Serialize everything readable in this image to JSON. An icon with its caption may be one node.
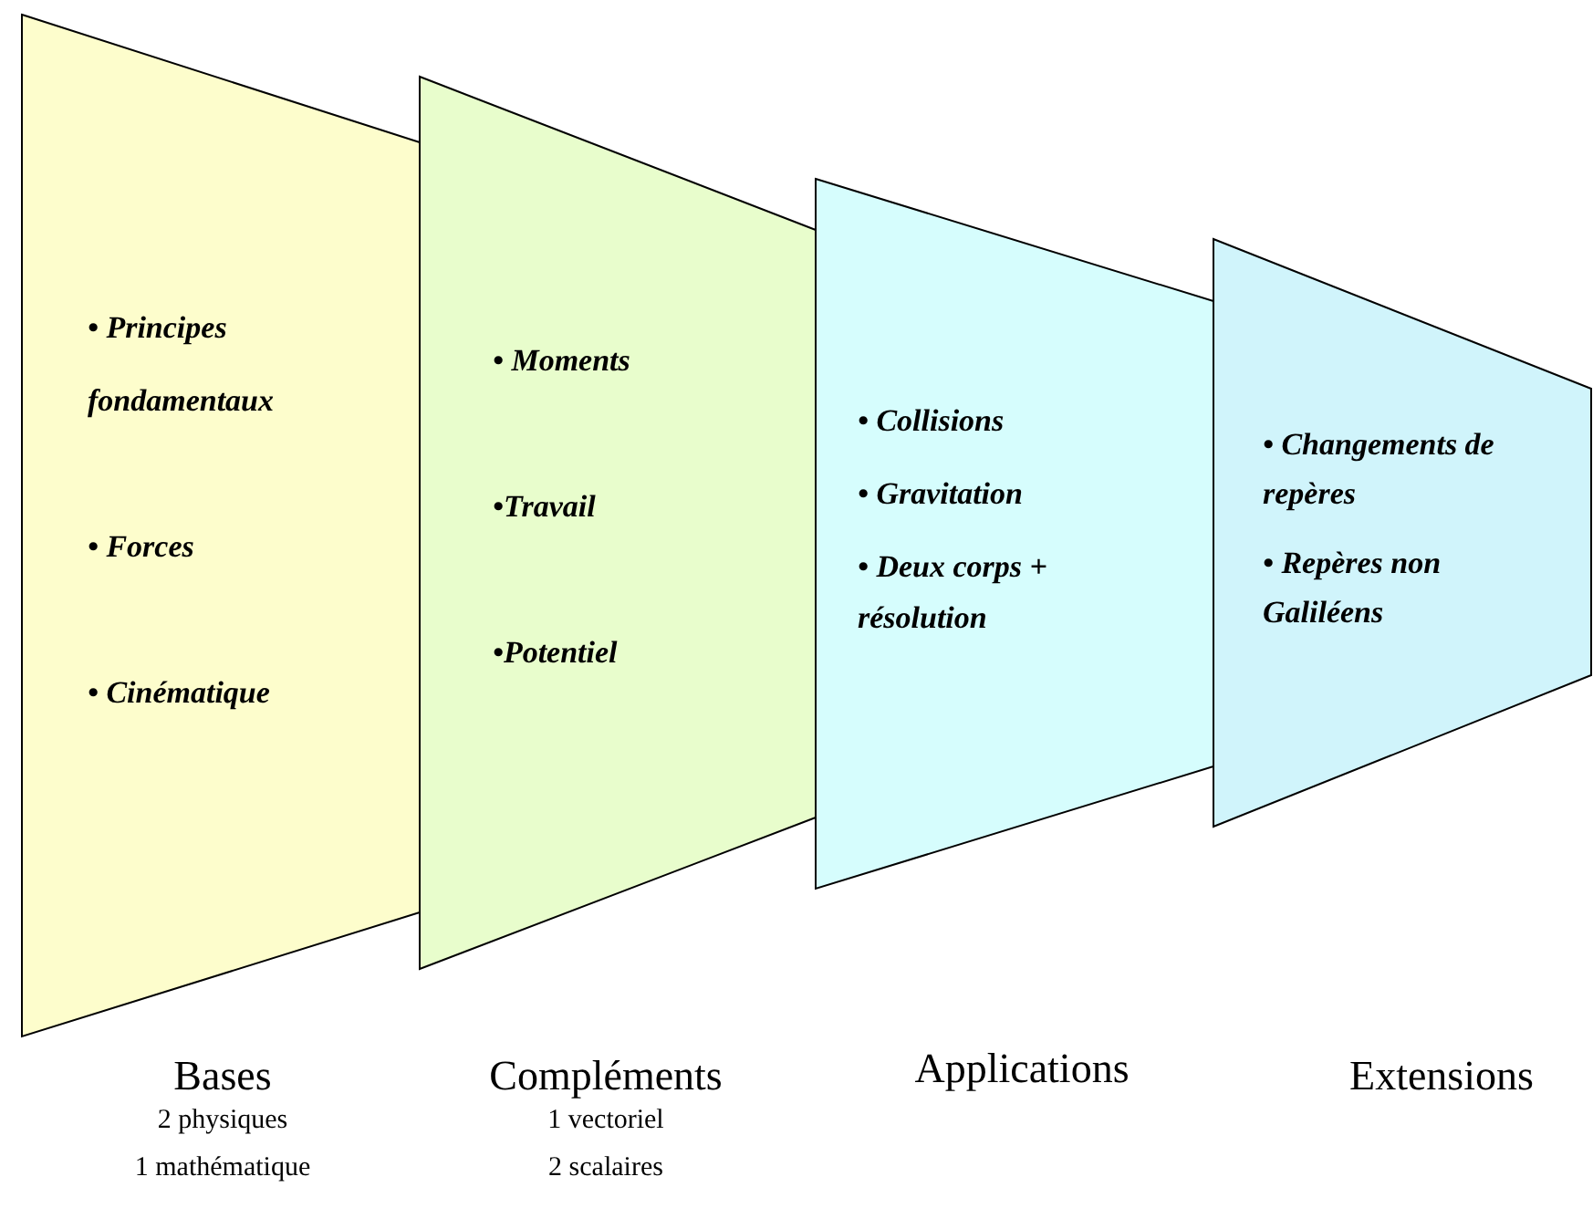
{
  "diagram": {
    "nodes": [
      {
        "text": [
          "• Principes fondamentaux",
          "• Forces",
          "• Cinématique"
        ]
      },
      {
        "text": [
          "• Moments",
          "•Travail",
          "•Potentiel"
        ]
      },
      {
        "text": [
          "• Collisions",
          "• Gravitation",
          "• Deux corps + résolution"
        ]
      },
      {
        "text": [
          "• Changements de repères",
          "• Repères non Galiléens"
        ]
      }
    ],
    "labels": [
      "Bases",
      "Compléments",
      "Applications",
      "Extensions",
      "2 physiques",
      "1 vectoriel",
      "1 mathématique",
      "2 scalaires"
    ]
  }
}
